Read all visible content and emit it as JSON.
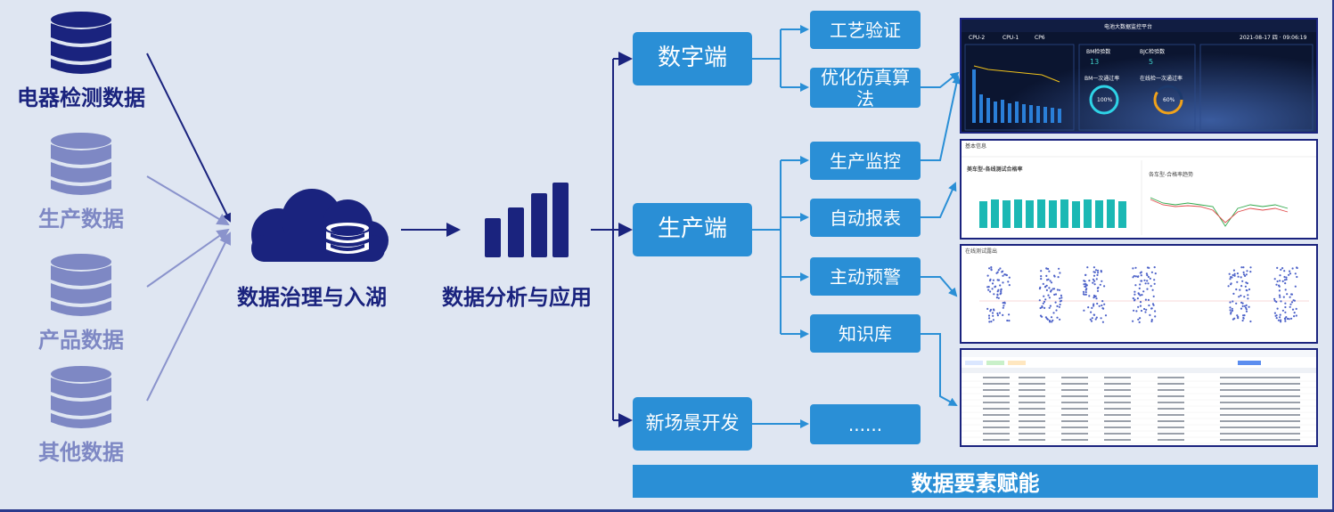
{
  "sources": [
    {
      "label": "电器检测数据"
    },
    {
      "label": "生产数据"
    },
    {
      "label": "产品数据"
    },
    {
      "label": "其他数据"
    }
  ],
  "stages": {
    "governance": "数据治理与入湖",
    "analysis": "数据分析与应用"
  },
  "categories": [
    {
      "label": "数字端"
    },
    {
      "label": "生产端"
    },
    {
      "label": "新场景开发"
    }
  ],
  "apps": [
    {
      "label": "工艺验证"
    },
    {
      "label": "优化仿真算法"
    },
    {
      "label": "生产监控"
    },
    {
      "label": "自动报表"
    },
    {
      "label": "主动预警"
    },
    {
      "label": "知识库"
    },
    {
      "label": "......"
    }
  ],
  "thumbnails": {
    "dashboard": {
      "title": "电池大数据监控平台",
      "date": "2021-08-17 四 · 09:06:19",
      "tabs": [
        "CPU-2",
        "CPU-1",
        "CP6"
      ],
      "kpi_left_title": "BM检验数",
      "kpi_left_value": "13",
      "kpi_right_title": "BJC检验数",
      "kpi_right_value": "5",
      "gauge_left_label": "BM一次通过率",
      "gauge_left_value": "100%",
      "gauge_right_label": "在线检一次通过率",
      "gauge_right_value": "60%"
    },
    "report": {
      "title": "基本信息",
      "chart_left_title": "美车型-各线测试合格率",
      "chart_right_title": "各车型-合格率趋势"
    },
    "scatter": {
      "title": "在线测试露出"
    }
  },
  "banner": "数据要素赋能",
  "colors": {
    "primary_dark": "#1a237e",
    "faded": "#7e88c4",
    "box": "#2a8fd6",
    "background": "#dfe6f2",
    "teal_bar": "#1bb8b4",
    "scatter_point": "#4e63c9"
  },
  "icons": {
    "database": "database-icon",
    "cloud": "cloud-icon",
    "analysis": "bar-chart-icon"
  }
}
